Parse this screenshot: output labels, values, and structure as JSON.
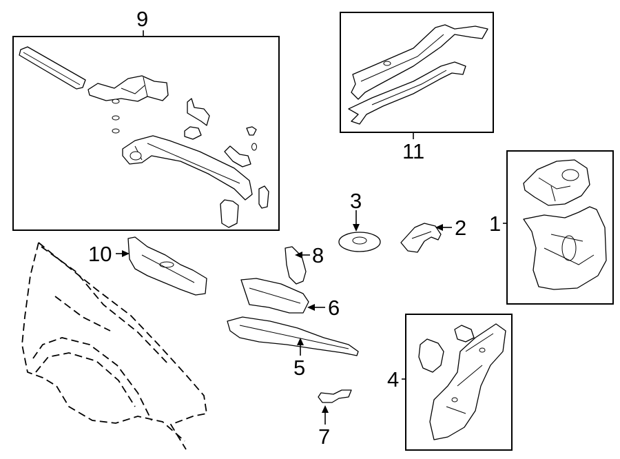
{
  "diagram": {
    "callouts": [
      {
        "id": "c9",
        "label": "9"
      },
      {
        "id": "c11",
        "label": "11"
      },
      {
        "id": "c3",
        "label": "3"
      },
      {
        "id": "c2",
        "label": "2"
      },
      {
        "id": "c1",
        "label": "1"
      },
      {
        "id": "c10",
        "label": "10"
      },
      {
        "id": "c8",
        "label": "8"
      },
      {
        "id": "c6",
        "label": "6"
      },
      {
        "id": "c5",
        "label": "5"
      },
      {
        "id": "c4",
        "label": "4"
      },
      {
        "id": "c7",
        "label": "7"
      }
    ]
  }
}
